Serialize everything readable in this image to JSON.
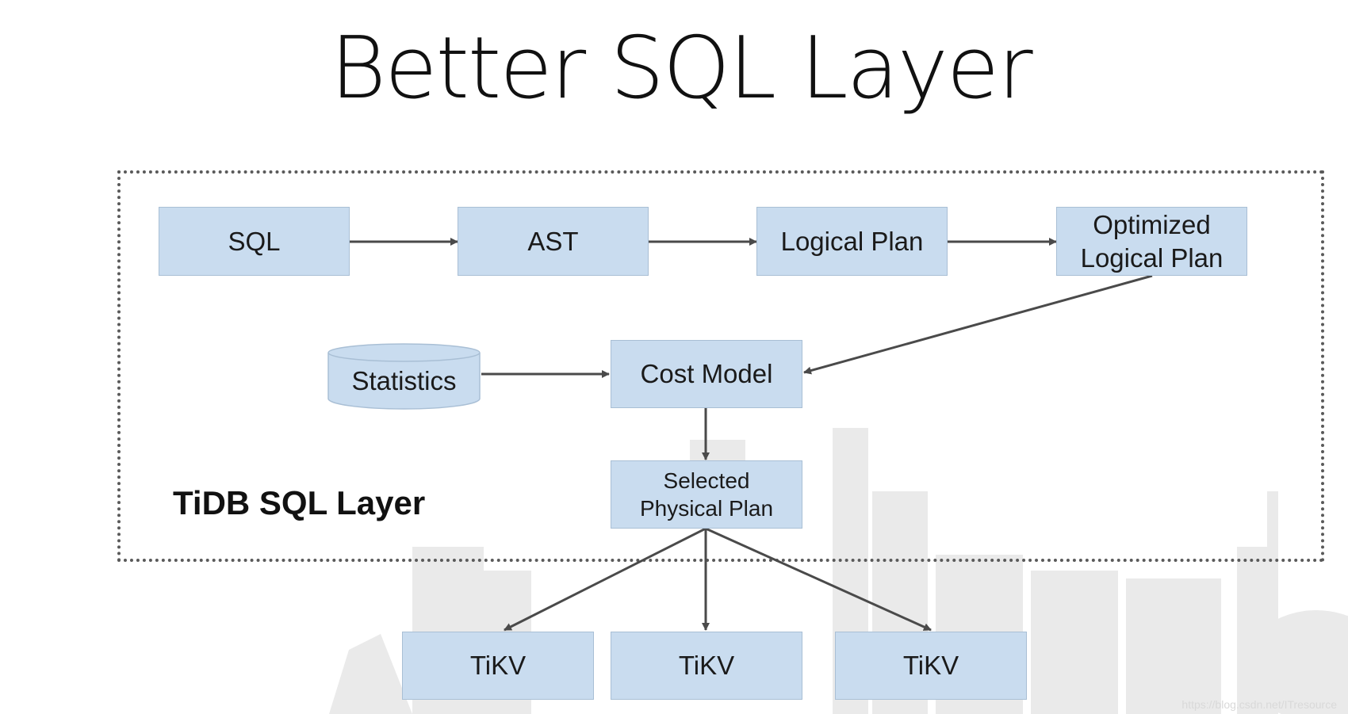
{
  "title": "Better SQL Layer",
  "layer_label": "TiDB SQL Layer",
  "nodes": {
    "sql": "SQL",
    "ast": "AST",
    "logical_plan": "Logical Plan",
    "optimized_line1": "Optimized",
    "optimized_line2": "Logical Plan",
    "statistics": "Statistics",
    "cost_model": "Cost Model",
    "selected_line1": "Selected",
    "selected_line2": "Physical Plan",
    "tikv_1": "TiKV",
    "tikv_2": "TiKV",
    "tikv_3": "TiKV"
  },
  "watermark": "https://blog.csdn.net/ITresource",
  "colors": {
    "node_fill": "#c9dcef",
    "edge": "#4a4a4a",
    "frame": "#5a5a5a"
  }
}
